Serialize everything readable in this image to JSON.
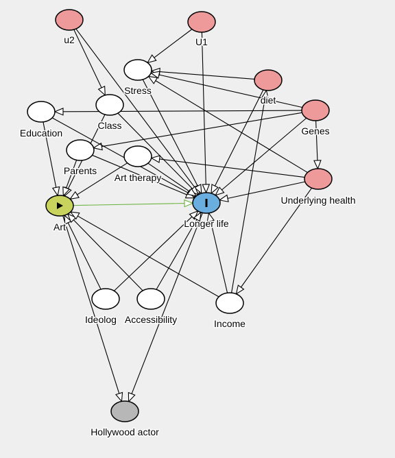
{
  "colors": {
    "background": "#efefef",
    "latent": "#ee9a9a",
    "latent_stroke": "#e57c7c",
    "exposure": "#c8d35e",
    "outcome": "#6aaee0",
    "selection": "#b7b7b7",
    "plain": "#ffffff",
    "edge": "#000000",
    "causal_edge": "#6bb33e"
  },
  "nodes": [
    {
      "id": "u2",
      "label": "u2",
      "kind": "latent"
    },
    {
      "id": "U1",
      "label": "U1",
      "kind": "latent"
    },
    {
      "id": "diet",
      "label": "diet",
      "kind": "latent"
    },
    {
      "id": "Genes",
      "label": "Genes",
      "kind": "latent"
    },
    {
      "id": "Underlying",
      "label": "Underlying health",
      "kind": "latent"
    },
    {
      "id": "Stress",
      "label": "Stress",
      "kind": "plain"
    },
    {
      "id": "Class",
      "label": "Class",
      "kind": "plain"
    },
    {
      "id": "Education",
      "label": "Education",
      "kind": "plain"
    },
    {
      "id": "Parents",
      "label": "Parents",
      "kind": "plain"
    },
    {
      "id": "ArtTherapy",
      "label": "Art therapy",
      "kind": "plain"
    },
    {
      "id": "Art",
      "label": "Art",
      "kind": "exposure",
      "icon": "play-icon"
    },
    {
      "id": "Longer",
      "label": "Longer life",
      "kind": "outcome",
      "icon": "bar-icon"
    },
    {
      "id": "Ideology",
      "label": "Ideolog",
      "kind": "plain"
    },
    {
      "id": "Accessibility",
      "label": "Accessibility",
      "kind": "plain"
    },
    {
      "id": "Income",
      "label": "Income",
      "kind": "plain"
    },
    {
      "id": "Hollywood",
      "label": "Hollywood actor",
      "kind": "selection"
    }
  ],
  "edges": [
    {
      "from": "u2",
      "to": "Class"
    },
    {
      "from": "u2",
      "to": "Longer"
    },
    {
      "from": "U1",
      "to": "Stress"
    },
    {
      "from": "U1",
      "to": "Longer"
    },
    {
      "from": "diet",
      "to": "Stress"
    },
    {
      "from": "diet",
      "to": "Longer"
    },
    {
      "from": "Genes",
      "to": "Stress"
    },
    {
      "from": "Genes",
      "to": "Education"
    },
    {
      "from": "Genes",
      "to": "Parents"
    },
    {
      "from": "Genes",
      "to": "Longer"
    },
    {
      "from": "Genes",
      "to": "Underlying"
    },
    {
      "from": "Underlying",
      "to": "Stress"
    },
    {
      "from": "Underlying",
      "to": "ArtTherapy"
    },
    {
      "from": "Underlying",
      "to": "Longer"
    },
    {
      "from": "Underlying",
      "to": "Income"
    },
    {
      "from": "Stress",
      "to": "Longer"
    },
    {
      "from": "Class",
      "to": "Art"
    },
    {
      "from": "Class",
      "to": "Longer"
    },
    {
      "from": "Education",
      "to": "Art"
    },
    {
      "from": "Education",
      "to": "Longer"
    },
    {
      "from": "Parents",
      "to": "Art"
    },
    {
      "from": "Parents",
      "to": "Longer"
    },
    {
      "from": "ArtTherapy",
      "to": "Art"
    },
    {
      "from": "ArtTherapy",
      "to": "Longer"
    },
    {
      "from": "Art",
      "to": "Longer",
      "causal": true
    },
    {
      "from": "Art",
      "to": "Hollywood"
    },
    {
      "from": "Longer",
      "to": "Hollywood"
    },
    {
      "from": "Ideology",
      "to": "Art"
    },
    {
      "from": "Ideology",
      "to": "Longer"
    },
    {
      "from": "Accessibility",
      "to": "Art"
    },
    {
      "from": "Accessibility",
      "to": "Longer"
    },
    {
      "from": "Income",
      "to": "Art"
    },
    {
      "from": "Income",
      "to": "Longer"
    },
    {
      "from": "Income",
      "to": "diet"
    }
  ]
}
